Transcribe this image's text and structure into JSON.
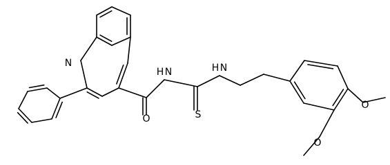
{
  "molecule": {
    "labels": {
      "quinoline_n": "N",
      "amide_nh": "H N",
      "amide_o": "O",
      "thio_s": "S",
      "thio_nh": "H N",
      "methoxy_o_para": "O",
      "methoxy_o_meta": "O"
    }
  }
}
